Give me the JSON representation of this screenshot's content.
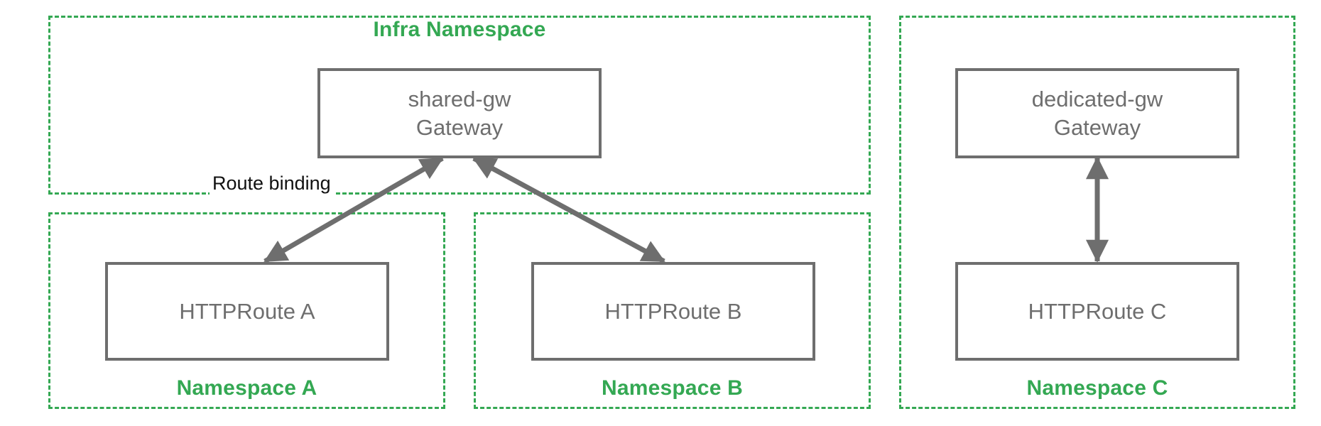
{
  "diagram": {
    "title": "Kubernetes Gateway API namespace route-binding diagram",
    "colors": {
      "namespace_border": "#34a853",
      "namespace_label": "#34a853",
      "resource_border": "#6e6e6e",
      "resource_text": "#6e6e6e",
      "arrow": "#6e6e6e",
      "edge_label_text": "#111111",
      "background": "#ffffff"
    },
    "namespaces": [
      {
        "id": "infra",
        "label": "Infra Namespace",
        "label_position": "top-center"
      },
      {
        "id": "ns-a",
        "label": "Namespace A",
        "label_position": "bottom-center"
      },
      {
        "id": "ns-b",
        "label": "Namespace B",
        "label_position": "bottom-center"
      },
      {
        "id": "ns-c",
        "label": "Namespace C",
        "label_position": "bottom-center"
      }
    ],
    "resources": [
      {
        "id": "shared-gw",
        "kind": "Gateway",
        "name": "shared-gw",
        "line1": "shared-gw",
        "line2": "Gateway",
        "namespace": "infra"
      },
      {
        "id": "dedicated-gw",
        "kind": "Gateway",
        "name": "dedicated-gw",
        "line1": "dedicated-gw",
        "line2": "Gateway",
        "namespace": "ns-c"
      },
      {
        "id": "httproute-a",
        "kind": "HTTPRoute",
        "name": "HTTPRoute A",
        "line1": "HTTPRoute A",
        "line2": "",
        "namespace": "ns-a"
      },
      {
        "id": "httproute-b",
        "kind": "HTTPRoute",
        "name": "HTTPRoute B",
        "line1": "HTTPRoute B",
        "line2": "",
        "namespace": "ns-b"
      },
      {
        "id": "httproute-c",
        "kind": "HTTPRoute",
        "name": "HTTPRoute C",
        "line1": "HTTPRoute C",
        "line2": "",
        "namespace": "ns-c"
      }
    ],
    "edges": [
      {
        "id": "edge-a",
        "from": "httproute-a",
        "to": "shared-gw",
        "label": "Route binding",
        "arrowheads": "both"
      },
      {
        "id": "edge-b",
        "from": "httproute-b",
        "to": "shared-gw",
        "label": "",
        "arrowheads": "both"
      },
      {
        "id": "edge-c",
        "from": "httproute-c",
        "to": "dedicated-gw",
        "label": "",
        "arrowheads": "both"
      }
    ],
    "edge_labels": {
      "route_binding": "Route binding"
    }
  }
}
